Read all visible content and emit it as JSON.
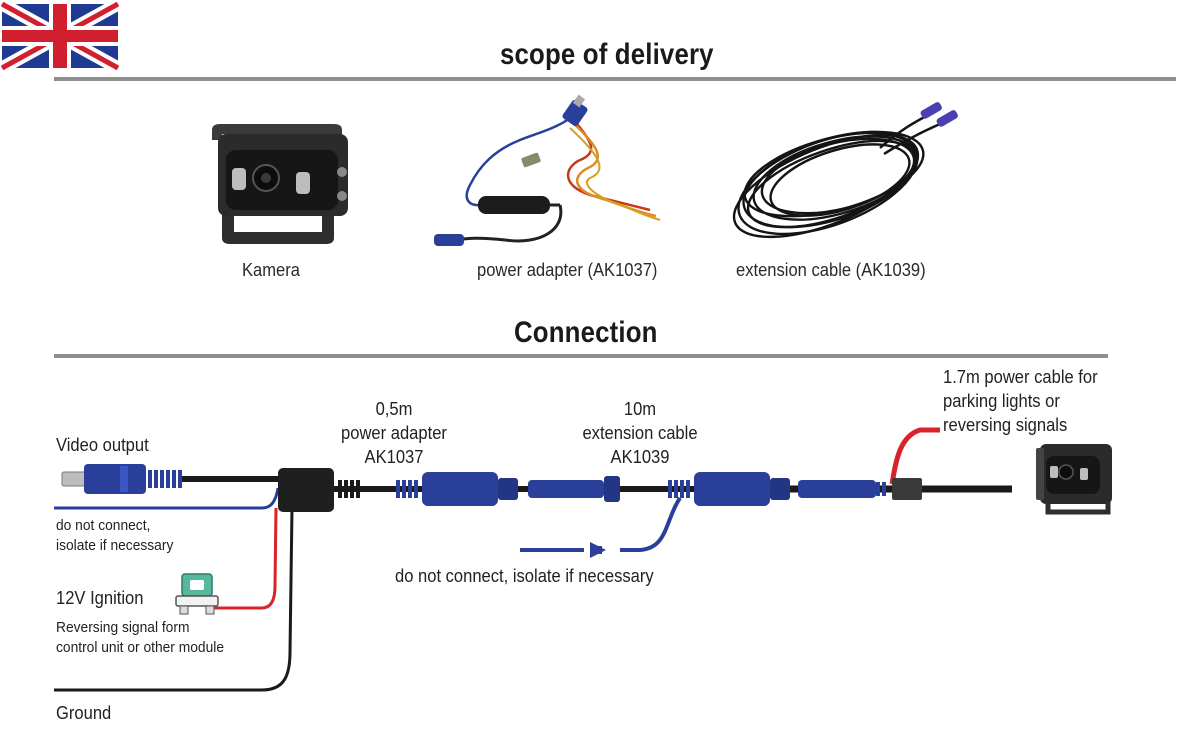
{
  "colors": {
    "accent_blue": "#2a3f9a",
    "cable_red": "#d8232a",
    "cable_black": "#1a1a1a",
    "rule_gray": "#8e8e8e"
  },
  "headings": {
    "scope": "scope of delivery",
    "connection": "Connection"
  },
  "products": [
    {
      "caption": "Kamera",
      "icon": "camera-icon"
    },
    {
      "caption": "power adapter (AK1037)",
      "icon": "power-adapter-icon"
    },
    {
      "caption": "extension cable (AK1039)",
      "icon": "cable-coil-icon"
    }
  ],
  "connection": {
    "video_output": "Video output",
    "do_not_connect_left": {
      "line1": "do not connect,",
      "line2": "isolate if necessary"
    },
    "ignition": "12V Ignition",
    "reversing": {
      "line1": "Reversing signal form",
      "line2": "control unit or other module"
    },
    "ground": "Ground",
    "adapter": {
      "length": "0,5m",
      "name": "power adapter",
      "code": "AK1037"
    },
    "extension": {
      "length": "10m",
      "name": "extension cable",
      "code": "AK1039"
    },
    "do_not_connect_center": "do not connect, isolate if necessary",
    "power_cable": {
      "line1": "1.7m power cable for",
      "line2": "parking lights or",
      "line3": "reversing signals"
    }
  }
}
